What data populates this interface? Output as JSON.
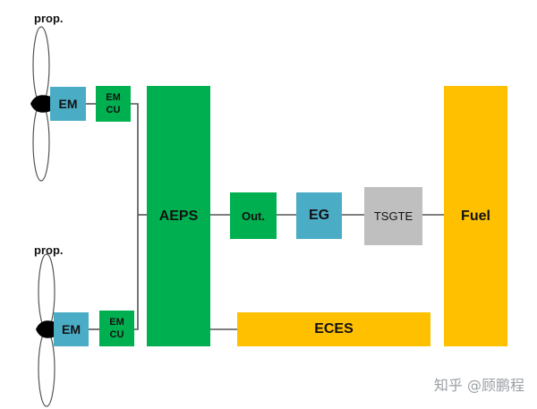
{
  "diagram": {
    "propeller_top_label": "prop.",
    "propeller_bottom_label": "prop.",
    "em_top": "EM",
    "emcu_top_line1": "EM",
    "emcu_top_line2": "CU",
    "em_bottom": "EM",
    "emcu_bottom_line1": "EM",
    "emcu_bottom_line2": "CU",
    "aeps": "AEPS",
    "out": "Out.",
    "eg": "EG",
    "tsgte": "TSGTE",
    "fuel": "Fuel",
    "eces": "ECES"
  },
  "watermark": "知乎 @顾鹏程",
  "colors": {
    "green": "#00b050",
    "blue": "#4bacc6",
    "yellow": "#ffc000",
    "grey": "#bfbfbf"
  }
}
